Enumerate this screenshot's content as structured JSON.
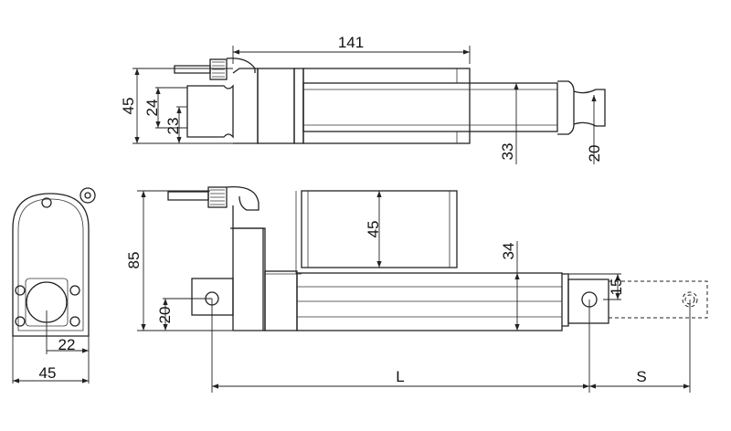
{
  "top_view": {
    "dim_length": "141",
    "dim_height": "45",
    "dim_24": "24",
    "dim_23": "23",
    "dim_33": "33",
    "dim_20": "20"
  },
  "front_view": {
    "dim_85": "85",
    "dim_45": "45",
    "dim_34": "34",
    "dim_15": "15",
    "dim_20": "20",
    "dim_L": "L",
    "dim_S": "S"
  },
  "end_view": {
    "dim_22": "22",
    "dim_45": "45"
  }
}
